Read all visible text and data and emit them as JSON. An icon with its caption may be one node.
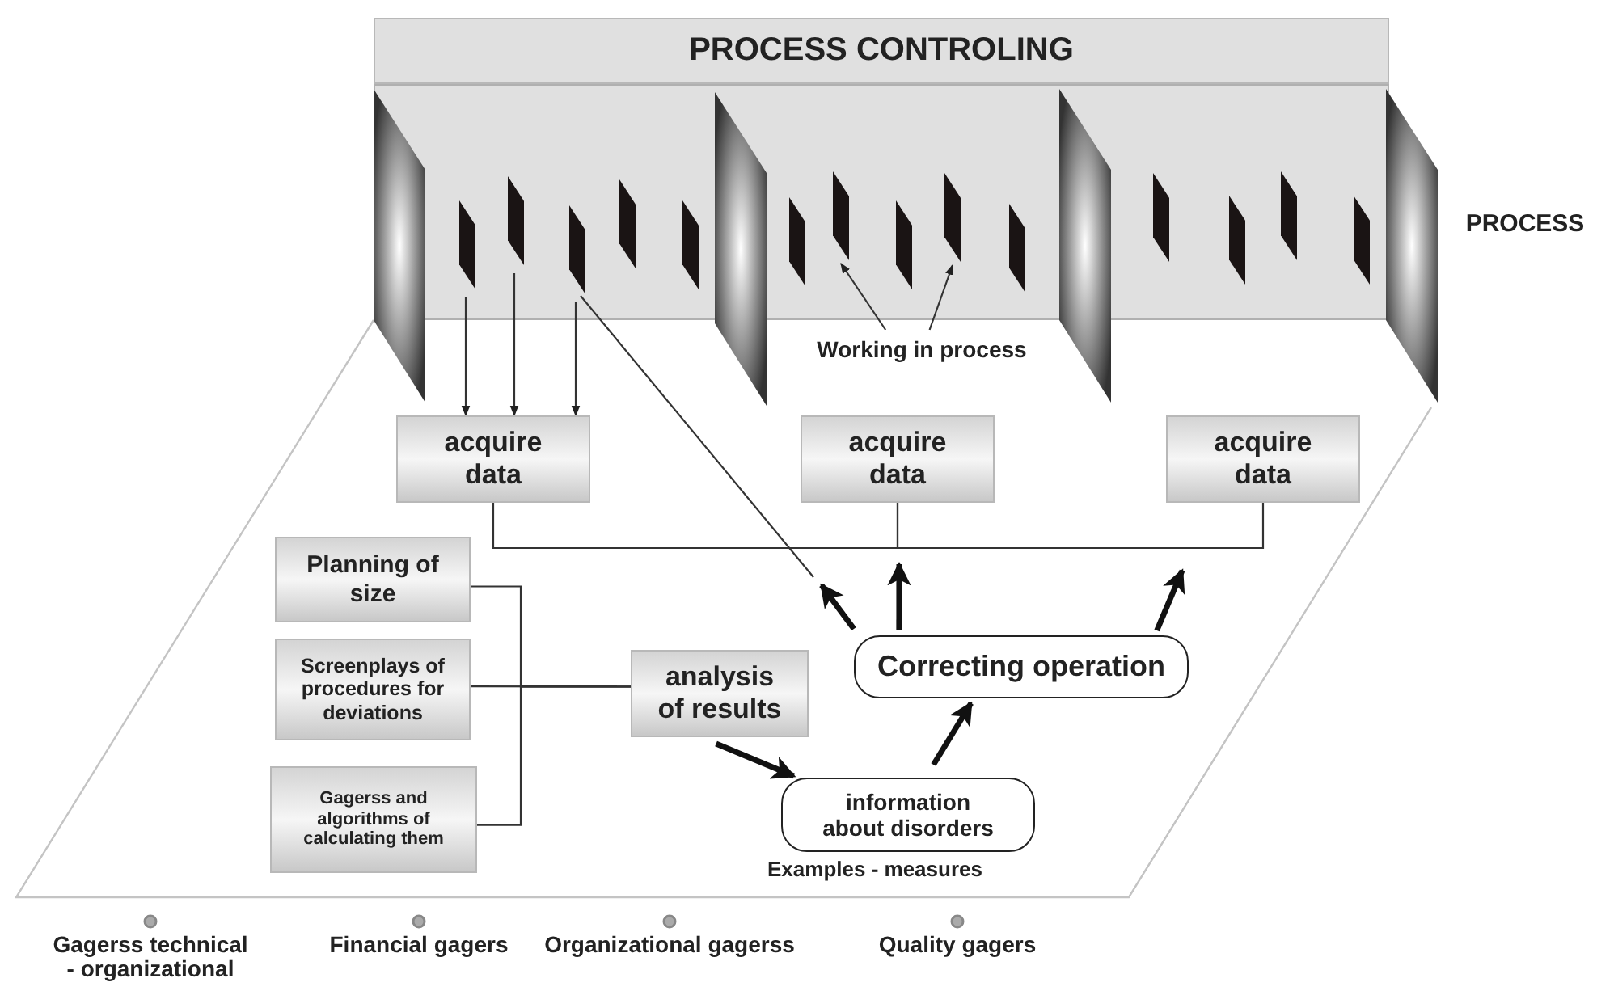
{
  "diagram": {
    "nodes": [
      {
        "text": [
          "PROCESS CONTROLING"
        ]
      },
      {
        "text": [],
        "shape": "box",
        "beside": [
          "PROCESS"
        ]
      },
      {
        "text": [],
        "shape": "bar",
        "in": 1
      },
      {
        "text": [],
        "shape": "bar",
        "in": 1
      },
      {
        "text": [],
        "shape": "bar",
        "in": 1
      },
      {
        "text": [],
        "shape": "bar",
        "in": 1
      },
      {
        "text": [],
        "shape": "bar",
        "in": 1
      },
      {
        "text": [],
        "shape": "bar",
        "in": 1
      },
      {
        "text": [],
        "shape": "bar",
        "in": 1
      },
      {
        "text": [],
        "shape": "bar",
        "in": 1
      },
      {
        "text": [],
        "shape": "bar",
        "in": 1
      },
      {
        "text": [],
        "shape": "bar",
        "in": 1
      },
      {
        "text": [],
        "shape": "bar",
        "in": 1
      },
      {
        "text": [],
        "shape": "bar",
        "in": 1
      },
      {
        "text": [],
        "shape": "bar",
        "in": 1
      },
      {
        "text": [],
        "shape": "bar",
        "in": 1
      },
      {
        "text": [
          "Working in process"
        ]
      },
      {
        "text": [
          "acquire data"
        ]
      },
      {
        "text": [
          "acquire data"
        ]
      },
      {
        "text": [
          "acquire data"
        ]
      },
      {
        "text": [
          "Planning of size"
        ]
      },
      {
        "text": [
          "Screenplays of procedures for deviations"
        ]
      },
      {
        "text": [
          "Gagerss and algorithms of calculating them"
        ]
      },
      {
        "text": [
          "analysis of results"
        ]
      },
      {
        "text": [
          "Correcting operation"
        ]
      },
      {
        "text": [
          "information about disorders"
        ],
        "beside": [
          "Examples - measures"
        ]
      }
    ],
    "edges": [
      {
        "from": 2,
        "to": 17,
        "arrow": "to"
      },
      {
        "from": 3,
        "to": 17,
        "arrow": "to"
      },
      {
        "from": 4,
        "to": 17,
        "arrow": "to"
      },
      {
        "from": 16,
        "to": 8,
        "arrow": "to"
      },
      {
        "from": 16,
        "to": 10,
        "arrow": "to"
      },
      {
        "from": 4,
        "to": null,
        "arrow": "none"
      },
      {
        "from": 17,
        "to": 18,
        "arrow": "none"
      },
      {
        "from": 18,
        "to": 19,
        "arrow": "none"
      },
      {
        "from": 24,
        "to": null,
        "arrow": "to",
        "style": "thick"
      },
      {
        "from": 24,
        "to": null,
        "arrow": "to",
        "style": "thick"
      },
      {
        "from": 24,
        "to": null,
        "arrow": "to",
        "style": "thick"
      },
      {
        "from": 20,
        "to": 23,
        "arrow": "none"
      },
      {
        "from": 21,
        "to": 23,
        "arrow": "none"
      },
      {
        "from": 22,
        "to": 23,
        "arrow": "none"
      },
      {
        "from": 23,
        "to": 25,
        "arrow": "to",
        "style": "thick"
      },
      {
        "from": 25,
        "to": 24,
        "arrow": "to",
        "style": "thick"
      }
    ],
    "labels": [
      "Gagerss technical - organizational",
      "Financial gagers",
      "Organizational gagerss",
      "Quality gagers"
    ]
  }
}
